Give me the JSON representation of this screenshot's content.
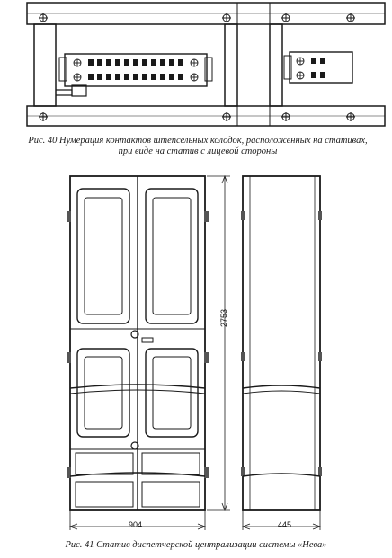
{
  "figure40": {
    "caption": "Рис. 40 Нумерация контактов штепсельных колодок, расположенных на стативах, при виде на статив с лицевой стороны"
  },
  "figure41": {
    "caption": "Рис. 41 Статив диспетчерской централизации системы «Нева»",
    "dimensions": {
      "height": "2753",
      "front_width": "904",
      "side_depth": "445"
    }
  }
}
